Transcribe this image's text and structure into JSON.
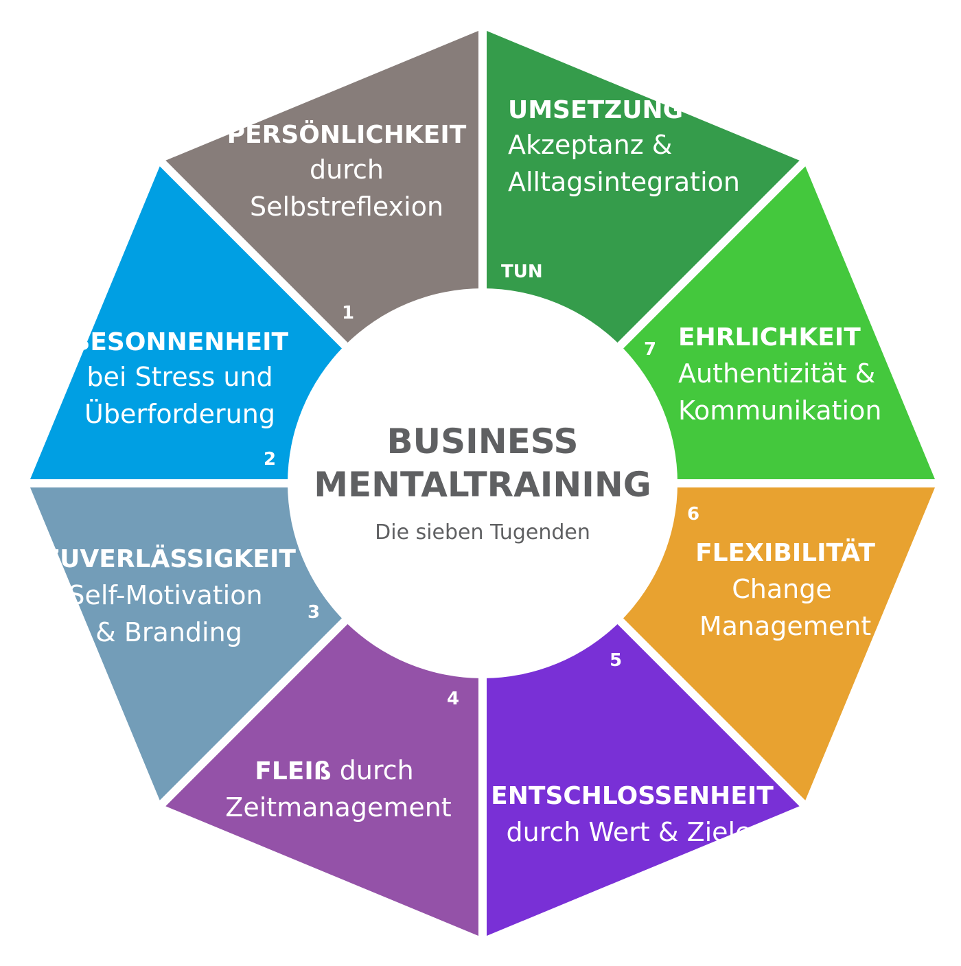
{
  "center": {
    "title_line1": "BUSINESS",
    "title_line2": "MENTALTRAINING",
    "subtitle": "Die sieben Tugenden"
  },
  "segments": [
    {
      "id": "persoenlichkeit",
      "number": "1",
      "title": "PERSÖNLICHKEIT",
      "line1": "durch",
      "line2": "Selbstreflexion",
      "color": "#877d7a"
    },
    {
      "id": "besonnenheit",
      "number": "2",
      "title": "BESONNENHEIT",
      "line1": "bei Stress und",
      "line2": "Überforderung",
      "color": "#009fe3"
    },
    {
      "id": "zuverlaessigkeit",
      "number": "3",
      "title": "ZUVERLÄSSIGKEIT",
      "line1": "Self-Motivation",
      "line2": "& Branding",
      "color": "#739db8"
    },
    {
      "id": "fleiss",
      "number": "4",
      "title": "FLEIß",
      "title_rest": " durch",
      "line1": "Zeitmanagement",
      "color": "#9452a8"
    },
    {
      "id": "entschlossenheit",
      "number": "5",
      "title": "ENTSCHLOSSENHEIT",
      "line1": "durch Wert & Ziele",
      "color": "#7930d6"
    },
    {
      "id": "flexibilitaet",
      "number": "6",
      "title": "FLEXIBILITÄT",
      "line1": "Change",
      "line2": "Management",
      "color": "#e8a230"
    },
    {
      "id": "ehrlichkeit",
      "number": "7",
      "title": "EHRLICHKEIT",
      "line1": "Authentizität &",
      "line2": "Kommunikation",
      "color": "#44c83d"
    },
    {
      "id": "umsetzung",
      "tag": "TUN",
      "title": "UMSETZUNG",
      "line1": "Akzeptanz &",
      "line2": "Alltagsintegration",
      "color": "#359c4b"
    }
  ]
}
